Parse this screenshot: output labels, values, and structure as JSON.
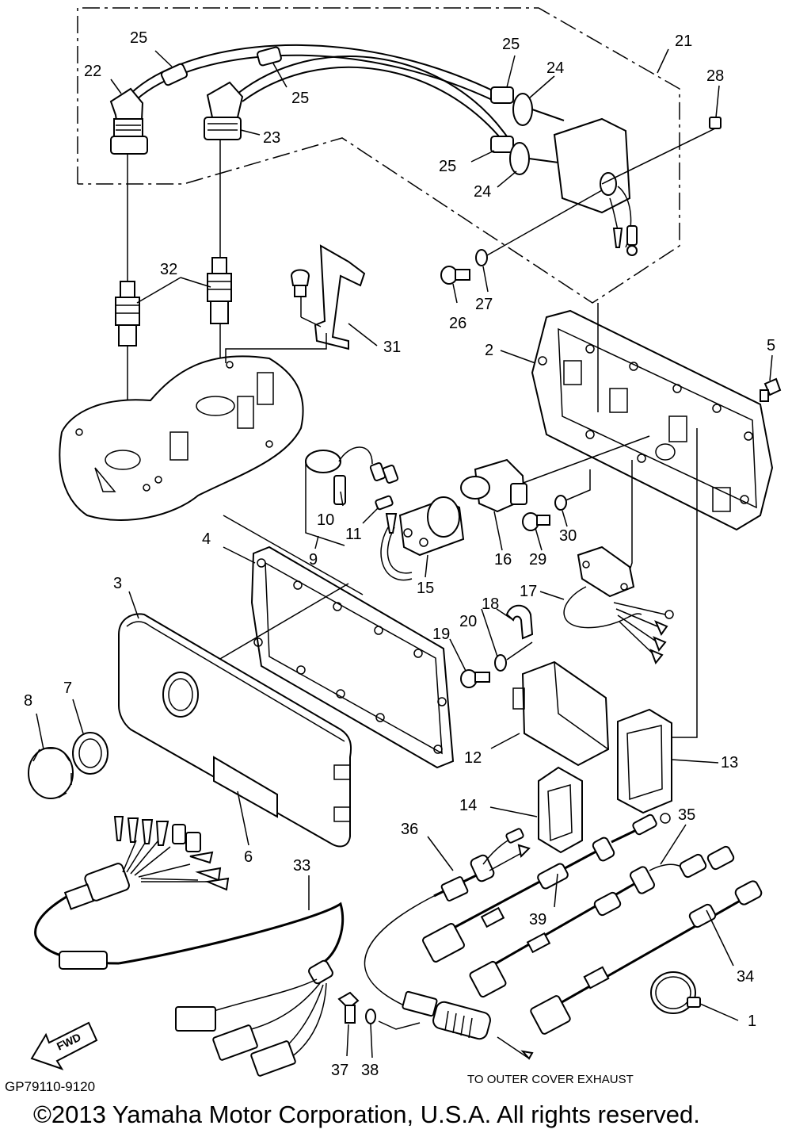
{
  "diagram": {
    "callouts": [
      {
        "id": "c1",
        "text": "1"
      },
      {
        "id": "c2",
        "text": "2"
      },
      {
        "id": "c3",
        "text": "3"
      },
      {
        "id": "c4",
        "text": "4"
      },
      {
        "id": "c5",
        "text": "5"
      },
      {
        "id": "c6",
        "text": "6"
      },
      {
        "id": "c7",
        "text": "7"
      },
      {
        "id": "c8",
        "text": "8"
      },
      {
        "id": "c9",
        "text": "9"
      },
      {
        "id": "c10",
        "text": "10"
      },
      {
        "id": "c11",
        "text": "11"
      },
      {
        "id": "c12",
        "text": "12"
      },
      {
        "id": "c13",
        "text": "13"
      },
      {
        "id": "c14",
        "text": "14"
      },
      {
        "id": "c15",
        "text": "15"
      },
      {
        "id": "c16",
        "text": "16"
      },
      {
        "id": "c17",
        "text": "17"
      },
      {
        "id": "c18",
        "text": "18"
      },
      {
        "id": "c19",
        "text": "19"
      },
      {
        "id": "c20",
        "text": "20"
      },
      {
        "id": "c21",
        "text": "21"
      },
      {
        "id": "c22",
        "text": "22"
      },
      {
        "id": "c23",
        "text": "23"
      },
      {
        "id": "c24a",
        "text": "24"
      },
      {
        "id": "c24b",
        "text": "24"
      },
      {
        "id": "c25a",
        "text": "25"
      },
      {
        "id": "c25b",
        "text": "25"
      },
      {
        "id": "c25c",
        "text": "25"
      },
      {
        "id": "c25d",
        "text": "25"
      },
      {
        "id": "c26",
        "text": "26"
      },
      {
        "id": "c27",
        "text": "27"
      },
      {
        "id": "c28",
        "text": "28"
      },
      {
        "id": "c29",
        "text": "29"
      },
      {
        "id": "c30",
        "text": "30"
      },
      {
        "id": "c31",
        "text": "31"
      },
      {
        "id": "c32",
        "text": "32"
      },
      {
        "id": "c33",
        "text": "33"
      },
      {
        "id": "c34",
        "text": "34"
      },
      {
        "id": "c35",
        "text": "35"
      },
      {
        "id": "c36",
        "text": "36"
      },
      {
        "id": "c37",
        "text": "37"
      },
      {
        "id": "c38",
        "text": "38"
      },
      {
        "id": "c39",
        "text": "39"
      }
    ],
    "exhaust_note": "TO OUTER COVER EXHAUST",
    "fwd_label": "FWD",
    "diagram_code": "GP79110-9120",
    "copyright": "©2013 Yamaha Motor Corporation, U.S.A. All rights reserved."
  }
}
